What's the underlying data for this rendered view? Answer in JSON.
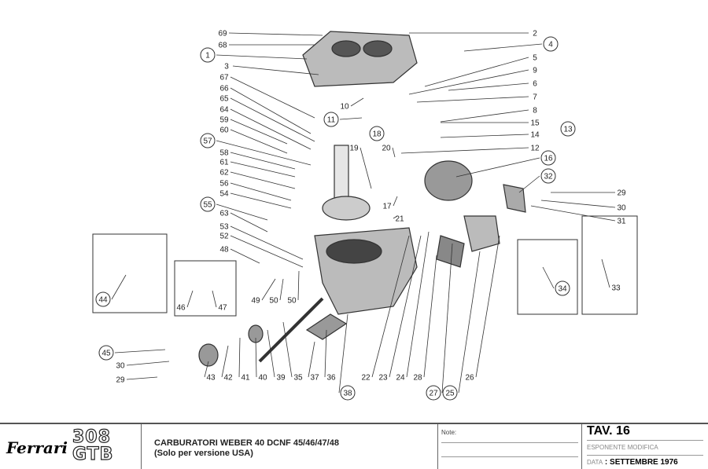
{
  "diagram": {
    "callouts": [
      {
        "n": "69",
        "c": false
      },
      {
        "n": "68",
        "c": false
      },
      {
        "n": "1",
        "c": true
      },
      {
        "n": "3",
        "c": false
      },
      {
        "n": "67",
        "c": false
      },
      {
        "n": "66",
        "c": false
      },
      {
        "n": "65",
        "c": false
      },
      {
        "n": "64",
        "c": false
      },
      {
        "n": "59",
        "c": false
      },
      {
        "n": "60",
        "c": false
      },
      {
        "n": "57",
        "c": true
      },
      {
        "n": "58",
        "c": false
      },
      {
        "n": "61",
        "c": false
      },
      {
        "n": "62",
        "c": false
      },
      {
        "n": "56",
        "c": false
      },
      {
        "n": "54",
        "c": false
      },
      {
        "n": "55",
        "c": true
      },
      {
        "n": "63",
        "c": false
      },
      {
        "n": "53",
        "c": false
      },
      {
        "n": "52",
        "c": false
      },
      {
        "n": "48",
        "c": false
      },
      {
        "n": "2",
        "c": false
      },
      {
        "n": "4",
        "c": true
      },
      {
        "n": "5",
        "c": false
      },
      {
        "n": "9",
        "c": false
      },
      {
        "n": "6",
        "c": false
      },
      {
        "n": "7",
        "c": false
      },
      {
        "n": "8",
        "c": false
      },
      {
        "n": "15",
        "c": false
      },
      {
        "n": "13",
        "c": true
      },
      {
        "n": "14",
        "c": false
      },
      {
        "n": "12",
        "c": false
      },
      {
        "n": "16",
        "c": true
      },
      {
        "n": "32",
        "c": true
      },
      {
        "n": "29",
        "c": false
      },
      {
        "n": "30",
        "c": false
      },
      {
        "n": "31",
        "c": false
      },
      {
        "n": "34",
        "c": true
      },
      {
        "n": "33",
        "c": false
      },
      {
        "n": "10",
        "c": false
      },
      {
        "n": "11",
        "c": true
      },
      {
        "n": "18",
        "c": true
      },
      {
        "n": "19",
        "c": false
      },
      {
        "n": "20",
        "c": false
      },
      {
        "n": "17",
        "c": false
      },
      {
        "n": "21",
        "c": false
      },
      {
        "n": "49",
        "c": false
      },
      {
        "n": "50",
        "c": false
      },
      {
        "n": "50",
        "c": false
      },
      {
        "n": "44",
        "c": true
      },
      {
        "n": "46",
        "c": false
      },
      {
        "n": "47",
        "c": false
      },
      {
        "n": "45",
        "c": true
      },
      {
        "n": "30",
        "c": false
      },
      {
        "n": "29",
        "c": false
      },
      {
        "n": "43",
        "c": false
      },
      {
        "n": "42",
        "c": false
      },
      {
        "n": "41",
        "c": false
      },
      {
        "n": "40",
        "c": false
      },
      {
        "n": "39",
        "c": false
      },
      {
        "n": "35",
        "c": false
      },
      {
        "n": "37",
        "c": false
      },
      {
        "n": "36",
        "c": false
      },
      {
        "n": "38",
        "c": true
      },
      {
        "n": "22",
        "c": false
      },
      {
        "n": "23",
        "c": false
      },
      {
        "n": "24",
        "c": false
      },
      {
        "n": "28",
        "c": false
      },
      {
        "n": "27",
        "c": true
      },
      {
        "n": "25",
        "c": true
      },
      {
        "n": "26",
        "c": false
      }
    ]
  },
  "titleblock": {
    "brand": "Ferrari",
    "model_line1": "308",
    "model_line2": "GTB",
    "title": "CARBURATORI WEBER 40 DCNF 45/46/47/48",
    "subtitle": "(Solo per versione USA)",
    "notes_label": "Note:",
    "table": "TAV. 16",
    "revision_label": "ESPONENTE MODIFICA",
    "date_label": "DATA",
    "date": "SETTEMBRE 1976"
  }
}
